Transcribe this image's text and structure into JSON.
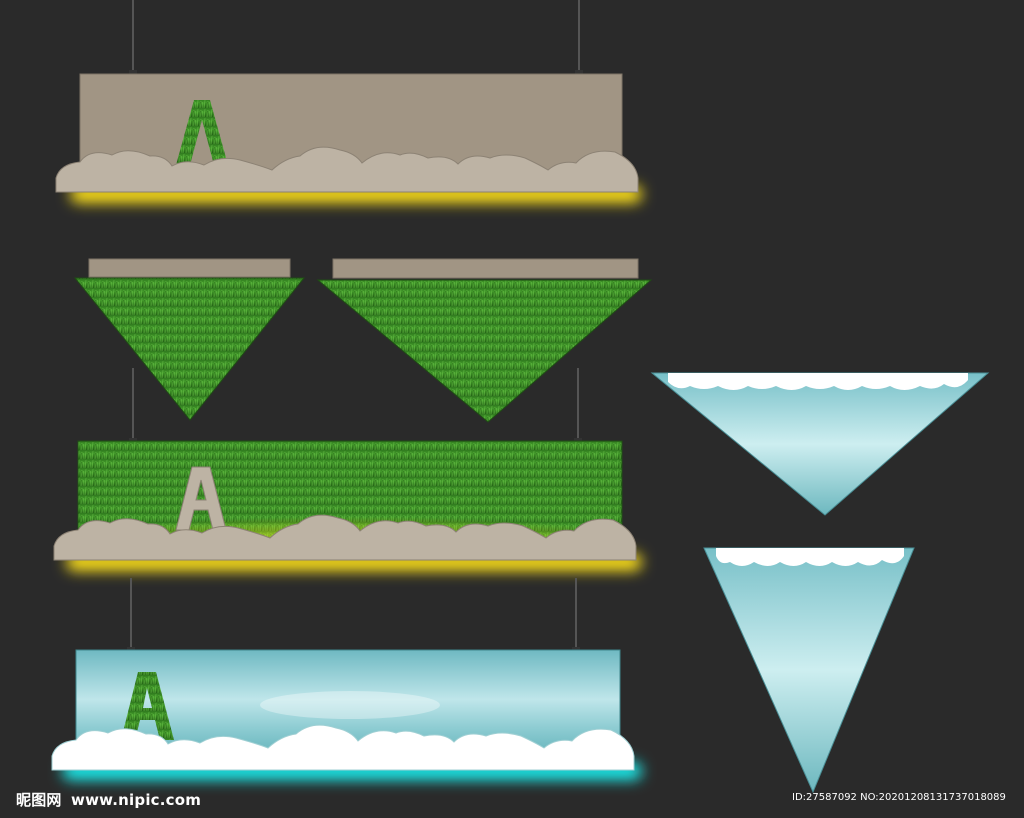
{
  "signs": {
    "top_letter": "A",
    "middle_letter": "A",
    "bottom_letter": "A"
  },
  "watermark": {
    "brand": "昵图网",
    "url": "www.nipic.com",
    "id_text": "ID:27587092 NO:20201208131737018089"
  },
  "colors": {
    "background": "#2a2a2a",
    "panel_beige": "#a19584",
    "cloud_beige": "#bdb3a4",
    "glow_yellow": "#ffe21a",
    "glow_cyan": "#1ff0f0",
    "grass_green": "#3c8f28",
    "sky_blue": "#8fcdd3",
    "cloud_white": "#ffffff"
  }
}
